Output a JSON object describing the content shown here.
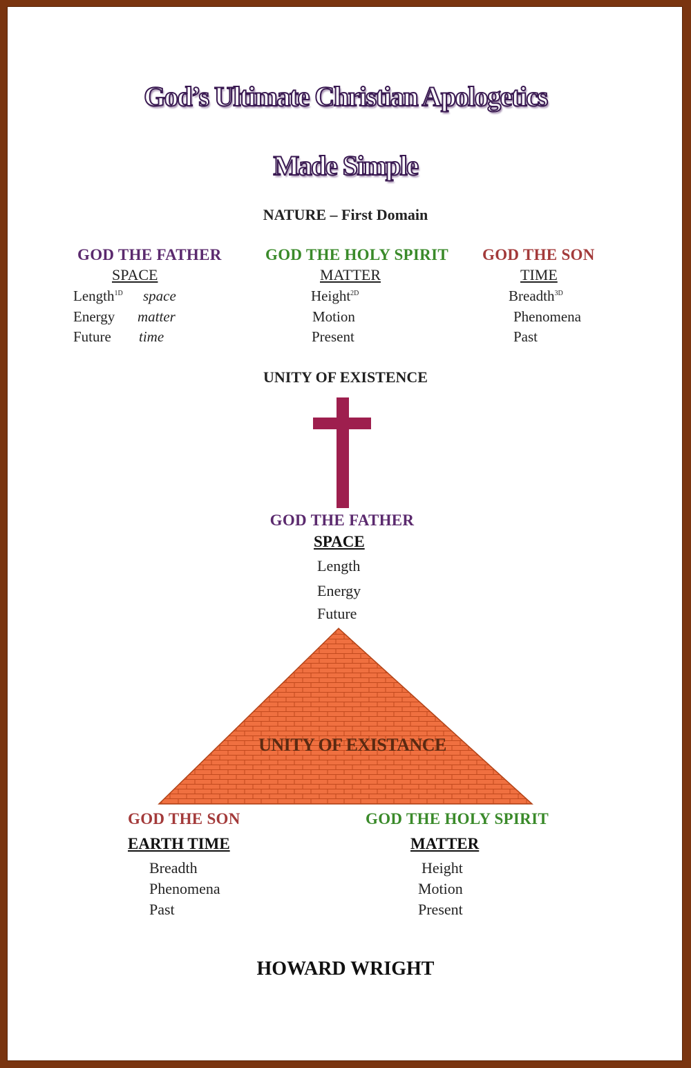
{
  "title_line1": "God’s Ultimate Christian Apologetics",
  "title_line2": "Made Simple",
  "nature_heading": "NATURE – First Domain",
  "columns": {
    "father": {
      "title": "GOD THE FATHER",
      "sub": "SPACE",
      "items": [
        "Length",
        "Energy",
        "Future"
      ],
      "sup": "1D",
      "italics": [
        "space",
        "matter",
        "time"
      ]
    },
    "spirit": {
      "title": "GOD THE HOLY SPIRIT",
      "sub": "MATTER",
      "items": [
        "Height",
        "Motion",
        "Present"
      ],
      "sup": "2D"
    },
    "son": {
      "title": "GOD THE SON",
      "sub": "TIME",
      "items": [
        "Breadth",
        "Phenomena",
        "Past"
      ],
      "sup": "3D"
    }
  },
  "unity_heading": "UNITY OF EXISTENCE",
  "top": {
    "title": "GOD THE FATHER",
    "sub": "SPACE",
    "items": [
      "Length",
      "Energy",
      "Future"
    ]
  },
  "pyramid_label": "UNITY OF EXISTANCE",
  "bottom_left": {
    "title": "GOD THE SON",
    "sub": "EARTH TIME",
    "items": [
      "Breadth",
      "Phenomena",
      "Past"
    ]
  },
  "bottom_right": {
    "title": "GOD THE HOLY SPIRIT",
    "sub": "MATTER",
    "items": [
      "Height",
      "Motion",
      "Present"
    ]
  },
  "author": "HOWARD WRIGHT",
  "colors": {
    "father": "#5b2a6e",
    "spirit": "#3a8a2a",
    "son": "#a33a3a",
    "cross": "#9e1f4e",
    "brick": "#f07040",
    "mortar": "#c24a1e",
    "frame": "#7a3510"
  }
}
